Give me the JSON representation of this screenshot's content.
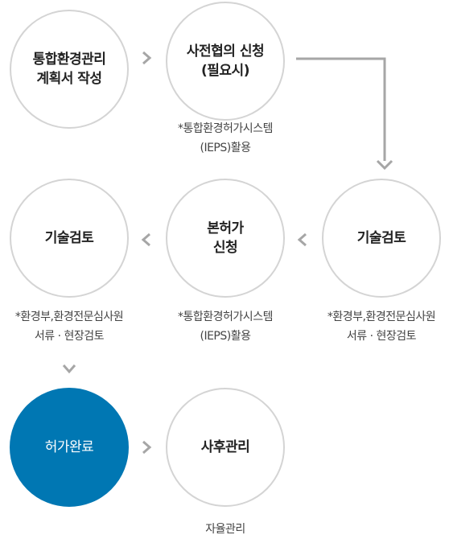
{
  "steps": [
    {
      "label": "통합환경관리\n계획서 작성"
    },
    {
      "label": "사전협의 신청\n(필요시)",
      "note": "*통합환경허가시스템\n(IEPS)활용"
    },
    {
      "label": "기술검토",
      "note": "*환경부,환경전문심사원\n서류 · 현장검토"
    },
    {
      "label": "본허가\n신청",
      "note": "*통합환경허가시스템\n(IEPS)활용"
    },
    {
      "label": "기술검토",
      "note": "*환경부,환경전문심사원\n서류 · 현장검토"
    },
    {
      "label": "허가완료"
    },
    {
      "label": "사후관리",
      "note": "자율관리"
    }
  ],
  "colors": {
    "circle_border": "#d4d4d4",
    "complete_fill": "#0077b3",
    "arrow": "#a6a6a6"
  },
  "icons": [
    "chevron-right-icon",
    "chevron-left-icon",
    "chevron-down-icon",
    "elbow-arrow"
  ]
}
